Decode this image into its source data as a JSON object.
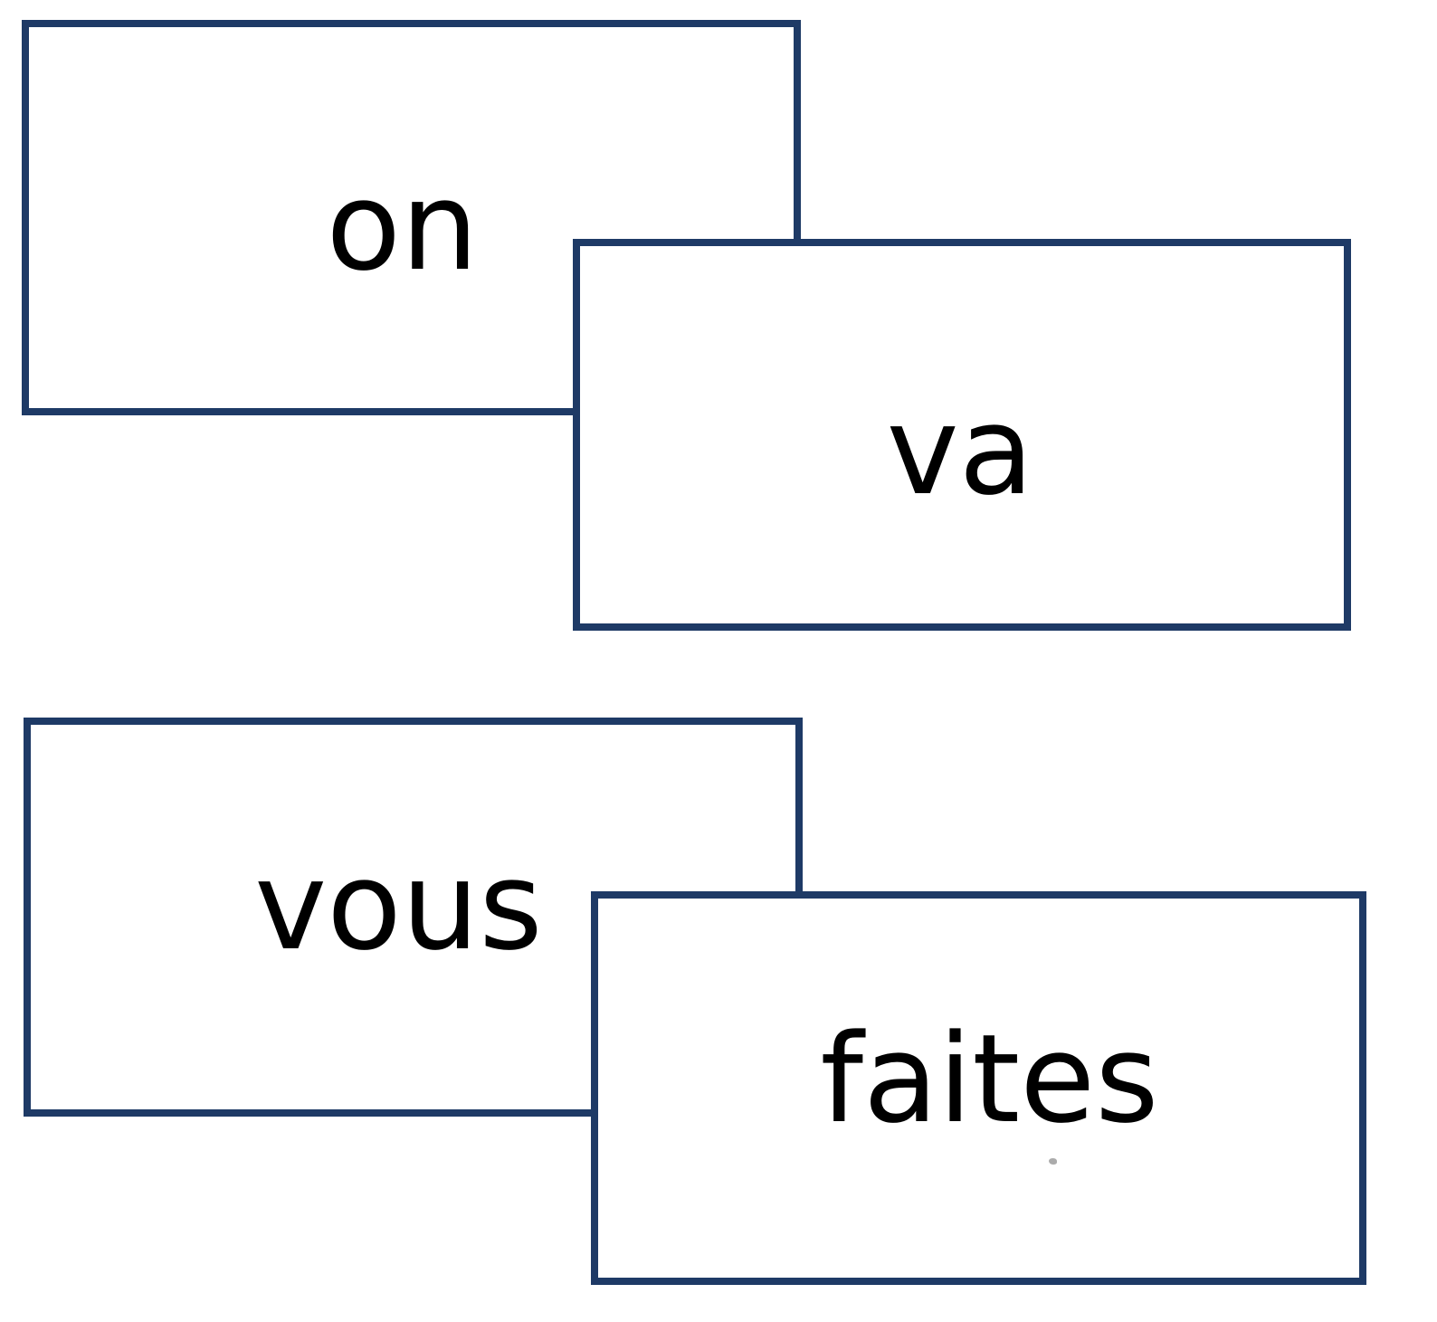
{
  "colors": {
    "page_bg": "#ffffff",
    "card_border": "#1e3a66",
    "card_fill": "#ffffff",
    "text": "#000000"
  },
  "cards": [
    {
      "word": "on"
    },
    {
      "word": "va"
    },
    {
      "word": "vous"
    },
    {
      "word": "faites"
    }
  ]
}
